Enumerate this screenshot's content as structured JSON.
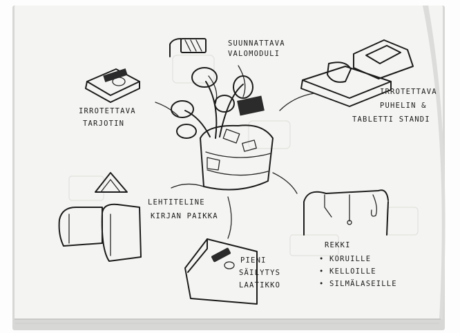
{
  "labels": {
    "light_module": [
      "SUUNNATTAVA",
      "VALOMODULI"
    ],
    "tray": [
      "IRROTETTAVA",
      "TARJOTIN"
    ],
    "phone_stand": [
      "IRROTETTAVA",
      "PUHELIN &",
      "TABLETTI STANDI"
    ],
    "magazine_rack": [
      "LEHTITELINE",
      "KIRJAN PAIKKA"
    ],
    "storage_box": [
      "PIENI",
      "SÄILYTYS",
      "LAATIKKO"
    ],
    "rail": [
      "REKKI",
      "• KORUILLE",
      "• KELLOILLE",
      "• SILMÄLASEILLE"
    ]
  },
  "colors": {
    "paper": "#f4f4f2",
    "ink": "#1b1b1b",
    "shadow": "#d6d6d4"
  }
}
